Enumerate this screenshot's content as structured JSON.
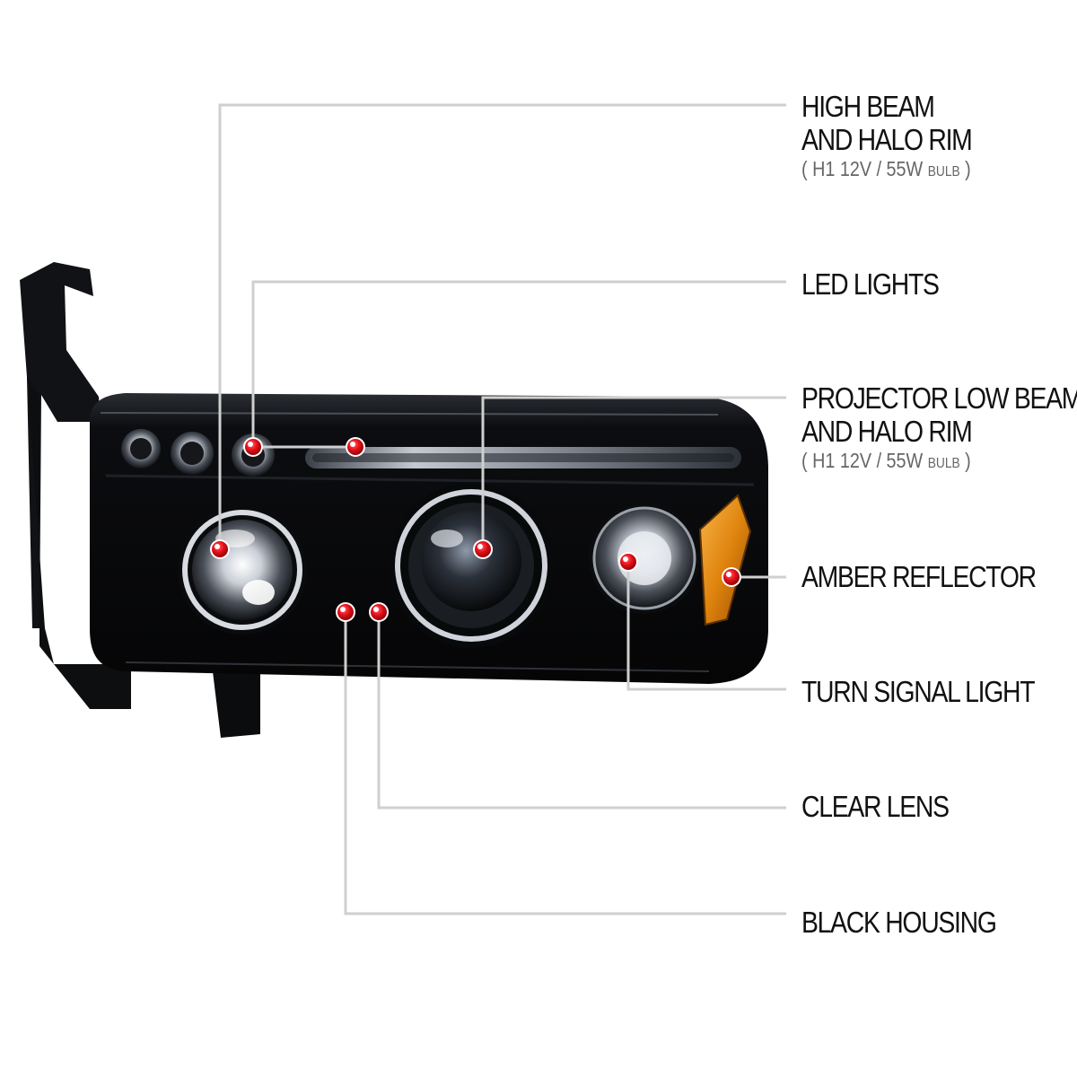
{
  "callouts": [
    {
      "id": "high-beam",
      "lines": [
        "HIGH BEAM",
        "AND HALO RIM"
      ],
      "spec": {
        "open": "(",
        "main": "H1  12V / 55W",
        "unit": "BULB",
        "close": ")"
      }
    },
    {
      "id": "led-lights",
      "lines": [
        "LED LIGHTS"
      ]
    },
    {
      "id": "projector-low-beam",
      "lines": [
        "PROJECTOR LOW BEAM",
        "AND HALO RIM"
      ],
      "spec": {
        "open": "(",
        "main": "H1  12V / 55W",
        "unit": "BULB",
        "close": ")"
      }
    },
    {
      "id": "amber-reflector",
      "lines": [
        "AMBER REFLECTOR"
      ]
    },
    {
      "id": "turn-signal-light",
      "lines": [
        "TURN SIGNAL LIGHT"
      ]
    },
    {
      "id": "clear-lens",
      "lines": [
        "CLEAR LENS"
      ]
    },
    {
      "id": "black-housing",
      "lines": [
        "BLACK HOUSING"
      ]
    }
  ],
  "colors": {
    "leader_line": "#cfcfcf",
    "marker": "#e8101a",
    "housing": "#0d0d0f",
    "amber": "#e0840e",
    "label_text": "#111111",
    "spec_text": "#666666"
  },
  "product": "black projector headlight with halo rims"
}
